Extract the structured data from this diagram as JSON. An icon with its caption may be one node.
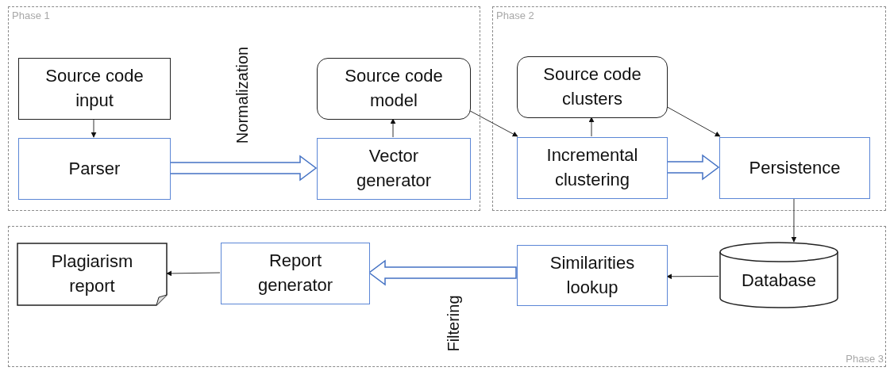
{
  "diagram": {
    "nodes": [
      {
        "text": [
          "Phase 1"
        ]
      },
      {
        "text": [
          "Source code input"
        ],
        "in": 0
      },
      {
        "text": [
          "Parser"
        ],
        "in": 0
      },
      {
        "text": [
          "Source code model"
        ],
        "in": 0
      },
      {
        "text": [
          "Vector generator"
        ],
        "in": 0
      },
      {
        "text": [
          "Phase 2"
        ]
      },
      {
        "text": [
          "Source code clusters"
        ],
        "in": 5
      },
      {
        "text": [
          "Incremental clustering"
        ],
        "in": 5
      },
      {
        "text": [
          "Persistence"
        ],
        "in": 5
      },
      {
        "text": [
          "Phase 3"
        ]
      },
      {
        "text": [
          "Plagiarism report"
        ],
        "in": 9
      },
      {
        "text": [
          "Report generator"
        ],
        "in": 9
      },
      {
        "text": [
          "Similarities lookup"
        ],
        "in": 9
      },
      {
        "text": [
          "Database"
        ],
        "in": 9
      }
    ],
    "edges": [
      {
        "from": 1,
        "to": 2,
        "arrow": "to"
      },
      {
        "from": 2,
        "to": 4,
        "arrow": "to",
        "label": "Normalization",
        "style": "thick",
        "color": "#4472c4"
      },
      {
        "from": 4,
        "to": 3,
        "arrow": "to"
      },
      {
        "from": 3,
        "to": 7,
        "arrow": "to"
      },
      {
        "from": 7,
        "to": 6,
        "arrow": "to"
      },
      {
        "from": 6,
        "to": 8,
        "arrow": "to"
      },
      {
        "from": 7,
        "to": 8,
        "arrow": "to",
        "style": "thick",
        "color": "#4472c4"
      },
      {
        "from": 8,
        "to": 13,
        "arrow": "to"
      },
      {
        "from": 13,
        "to": 12,
        "arrow": "to"
      },
      {
        "from": 12,
        "to": 11,
        "arrow": "to",
        "label": "Filtering",
        "style": "thick",
        "color": "#4472c4"
      },
      {
        "from": 11,
        "to": 10,
        "arrow": "to"
      }
    ]
  }
}
